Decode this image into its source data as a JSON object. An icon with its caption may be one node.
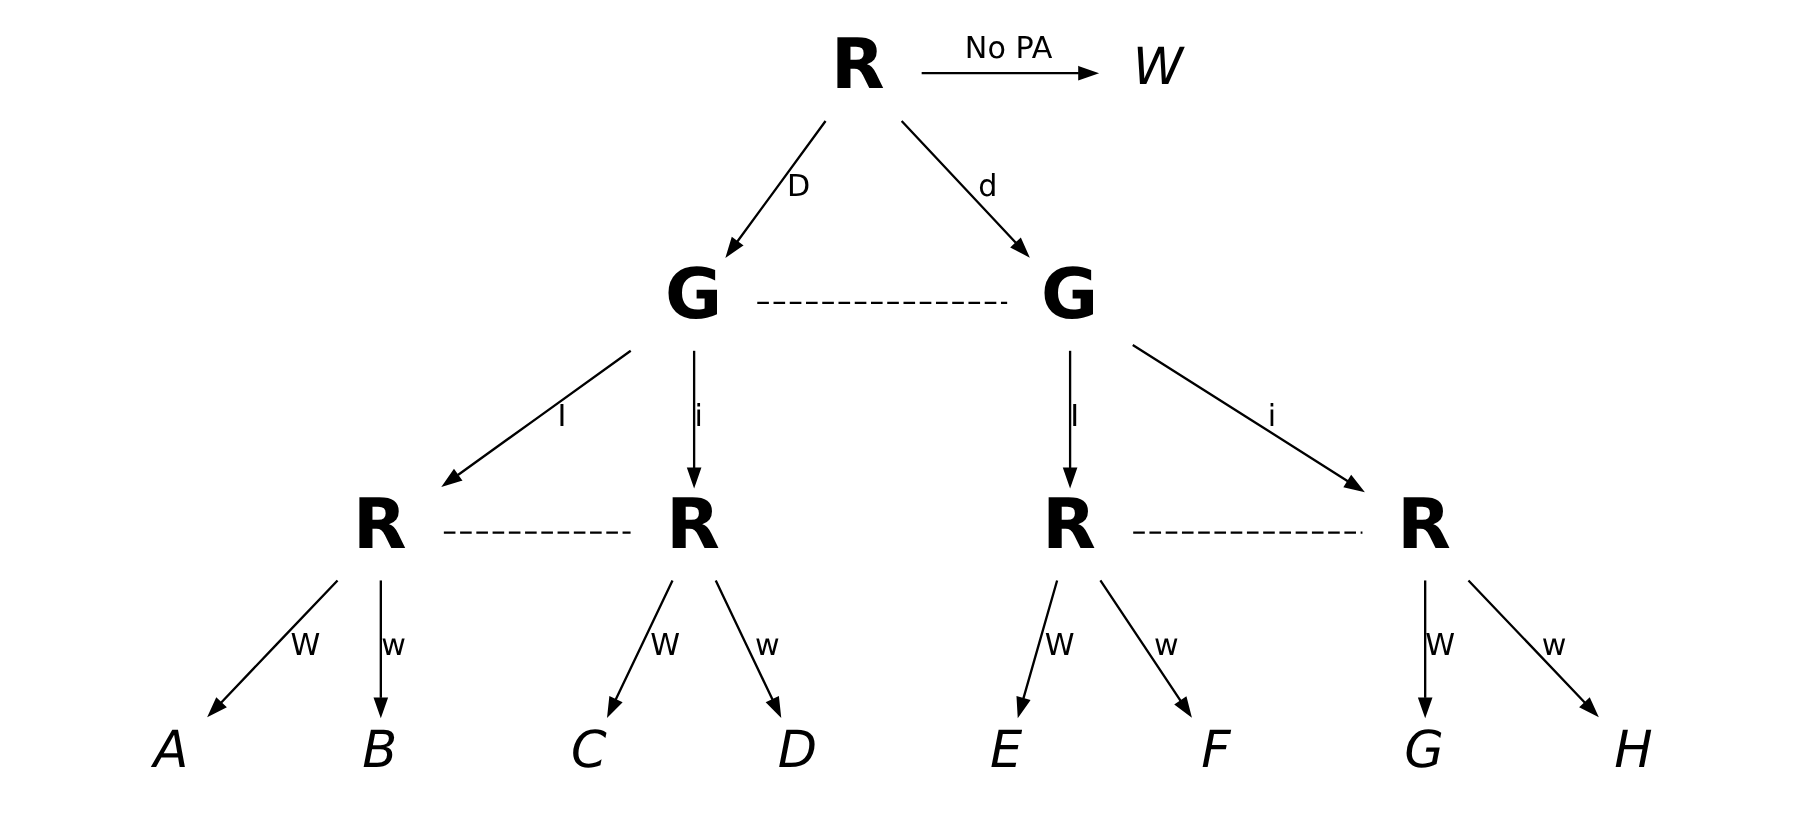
{
  "diagram": {
    "nodes": [
      {
        "text": [
          "R"
        ]
      },
      {
        "text": [
          "W"
        ]
      },
      {
        "text": [
          "G"
        ]
      },
      {
        "text": [
          "G"
        ]
      },
      {
        "text": [
          "R"
        ]
      },
      {
        "text": [
          "R"
        ]
      },
      {
        "text": [
          "R"
        ]
      },
      {
        "text": [
          "R"
        ]
      },
      {
        "text": [
          "A"
        ]
      },
      {
        "text": [
          "B"
        ]
      },
      {
        "text": [
          "C"
        ]
      },
      {
        "text": [
          "D"
        ]
      },
      {
        "text": [
          "E"
        ]
      },
      {
        "text": [
          "F"
        ]
      },
      {
        "text": [
          "G"
        ]
      },
      {
        "text": [
          "H"
        ]
      }
    ],
    "edges": [
      {
        "from": 0,
        "to": 1,
        "arrow": "to",
        "label": "No PA"
      },
      {
        "from": 0,
        "to": 2,
        "arrow": "to",
        "label": "D"
      },
      {
        "from": 0,
        "to": 3,
        "arrow": "to",
        "label": "d"
      },
      {
        "from": 2,
        "to": 3,
        "arrow": "none",
        "style": "dashed"
      },
      {
        "from": 2,
        "to": 4,
        "arrow": "to",
        "label": "I"
      },
      {
        "from": 2,
        "to": 5,
        "arrow": "to",
        "label": "i"
      },
      {
        "from": 3,
        "to": 6,
        "arrow": "to",
        "label": "I"
      },
      {
        "from": 3,
        "to": 7,
        "arrow": "to",
        "label": "i"
      },
      {
        "from": 4,
        "to": 5,
        "arrow": "none",
        "style": "dashed"
      },
      {
        "from": 6,
        "to": 7,
        "arrow": "none",
        "style": "dashed"
      },
      {
        "from": 4,
        "to": 8,
        "arrow": "to",
        "label": "W"
      },
      {
        "from": 4,
        "to": 9,
        "arrow": "to",
        "label": "w"
      },
      {
        "from": 5,
        "to": 10,
        "arrow": "to",
        "label": "W"
      },
      {
        "from": 5,
        "to": 11,
        "arrow": "to",
        "label": "w"
      },
      {
        "from": 6,
        "to": 12,
        "arrow": "to",
        "label": "W"
      },
      {
        "from": 6,
        "to": 13,
        "arrow": "to",
        "label": "w"
      },
      {
        "from": 7,
        "to": 14,
        "arrow": "to",
        "label": "W"
      },
      {
        "from": 7,
        "to": 15,
        "arrow": "to",
        "label": "w"
      }
    ]
  }
}
